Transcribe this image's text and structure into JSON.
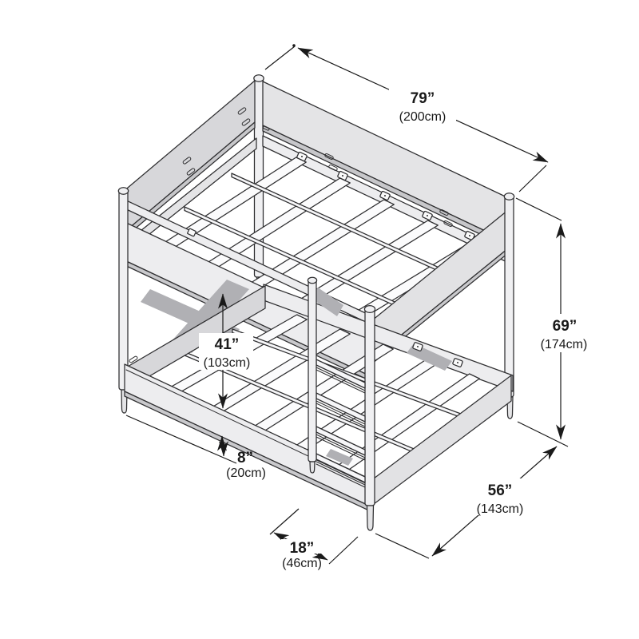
{
  "diagram": {
    "name": "bunk-bed-dimension-diagram",
    "colors": {
      "background": "#ffffff",
      "line": "#2e2e30",
      "dim_line": "#1a1a1a",
      "text": "#1a1a1a",
      "panel_shaded": "#d7d7da",
      "panel_light": "#e4e4e6",
      "panel_under": "#c7c7ca",
      "band_light": "#ededef",
      "band_mid": "#e2e2e4",
      "band_under": "#c9c9cc",
      "post_fill": "#f0f0f2",
      "slat": "#fbfbfc",
      "support": "#f6f6f8",
      "shadow": "#b0b0b4"
    },
    "dimensions": {
      "length": {
        "inches": "79”",
        "metric": "(200cm)"
      },
      "height": {
        "inches": "69”",
        "metric": "(174cm)"
      },
      "bunk_clearance": {
        "inches": "41”",
        "metric": "(103cm)"
      },
      "under_clearance": {
        "inches": "8”",
        "metric": "(20cm)"
      },
      "ladder_width": {
        "inches": "18”",
        "metric": "(46cm)"
      },
      "width": {
        "inches": "56”",
        "metric": "(143cm)"
      }
    }
  }
}
